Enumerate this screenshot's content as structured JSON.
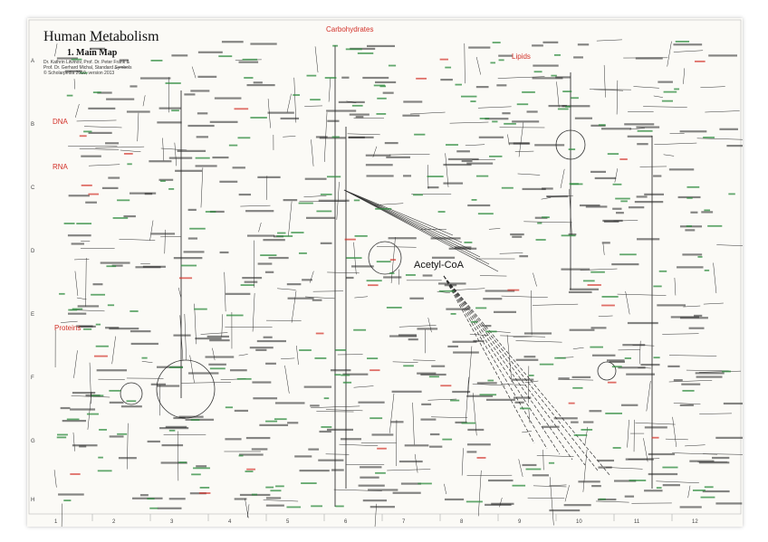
{
  "header": {
    "title": "Human Metabolism",
    "subtitle": "1. Main Map",
    "credits": [
      "Dr. Kathrin Litvinov, Prof. Dr. Peter Frank &",
      "Prof. Dr. Gerhard Michal, Standard Symbols",
      "© Scholarpedia 2010, version 2013"
    ]
  },
  "sections": {
    "carbohydrates": "Carbohydrates",
    "lipids": "Lipids",
    "dna": "DNA",
    "rna": "RNA",
    "proteins": "Proteins"
  },
  "central_node": "Acetyl-CoA",
  "grid": {
    "columns": [
      "1",
      "2",
      "3",
      "4",
      "5",
      "6",
      "7",
      "8",
      "9",
      "10",
      "11",
      "12"
    ],
    "rows": [
      "A",
      "B",
      "C",
      "D",
      "E",
      "F",
      "G",
      "H"
    ]
  },
  "colors": {
    "section_label": "#d3322a",
    "compound_text": "#222222",
    "enzyme_text": "#2e8b3e",
    "pathway_line": "#333333"
  }
}
